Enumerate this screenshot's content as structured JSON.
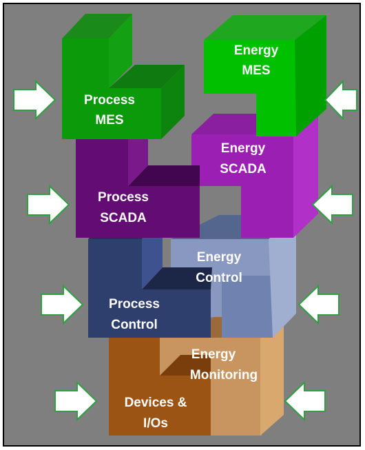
{
  "blocks": {
    "process_mes": {
      "line1": "Process",
      "line2": "MES"
    },
    "energy_mes": {
      "line1": "Energy",
      "line2": "MES"
    },
    "energy_scada": {
      "line1": "Energy",
      "line2": "SCADA"
    },
    "process_scada": {
      "line1": "Process",
      "line2": "SCADA"
    },
    "energy_control": {
      "line1": "Energy",
      "line2": "Control"
    },
    "process_control": {
      "line1": "Process",
      "line2": "Control"
    },
    "energy_monitoring": {
      "line1": "Energy",
      "line2": "Monitoring"
    },
    "devices_ios": {
      "line1": "Devices &",
      "line2": "I/Os"
    }
  },
  "colors": {
    "background": "#7f7f7f",
    "arrow_fill": "#ffffff",
    "arrow_stroke": "#2ea043",
    "mes_green": "#00b000",
    "scada_purple": "#7a1a8a",
    "control_blue": "#2e3f6e",
    "monitoring_orange": "#b5651d"
  }
}
